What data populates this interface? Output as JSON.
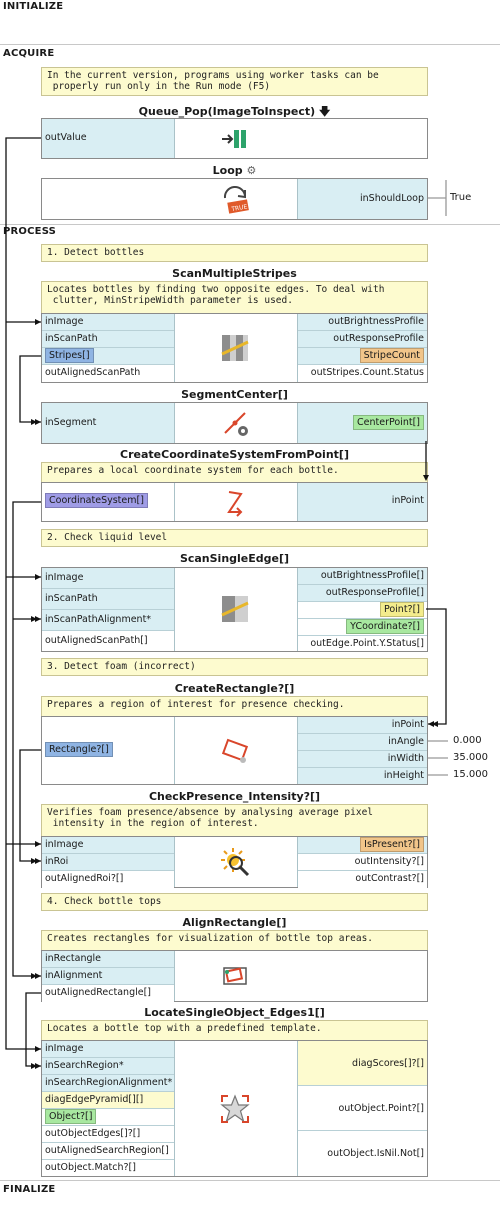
{
  "sections": {
    "initialize": "INITIALIZE",
    "acquire": "ACQUIRE",
    "process": "PROCESS",
    "finalize": "FINALIZE"
  },
  "comments": {
    "worker_note": "In the current version, programs using worker tasks can be\n properly run only in the Run mode (F5)",
    "detect_bottles": "1. Detect bottles",
    "check_liquid": "2. Check liquid level",
    "detect_foam": "3. Detect foam (incorrect)",
    "check_tops": "4. Check bottle tops"
  },
  "queue_pop": {
    "title": "Queue_Pop(ImageToInspect)",
    "title_icon": "arrow-down-icon",
    "outputs": [
      "outValue"
    ],
    "icon": "queue-pop-icon"
  },
  "loop": {
    "title": "Loop",
    "title_icon": "gear-icon",
    "inputs": [
      "inShouldLoop"
    ],
    "value": "True",
    "icon": "loop-true-icon"
  },
  "scan_multiple_stripes": {
    "title": "ScanMultipleStripes",
    "desc": "Locates bottles by finding two opposite edges. To deal with\n clutter, MinStripeWidth parameter is used.",
    "inputs": [
      "inImage",
      "inScanPath",
      "Stripes[]",
      "outAlignedScanPath"
    ],
    "outputs": [
      "outBrightnessProfile",
      "outResponseProfile",
      "StripeCount",
      "outStripes.Count.Status"
    ],
    "icon": "scan-stripes-icon"
  },
  "segment_center": {
    "title": "SegmentCenter[]",
    "inputs": [
      "inSegment"
    ],
    "outputs": [
      "CenterPoint[]"
    ],
    "icon": "segment-center-icon"
  },
  "create_coord": {
    "title": "CreateCoordinateSystemFromPoint[]",
    "desc": "Prepares a local coordinate system for each bottle.",
    "inputs": [
      "CoordinateSystem[]"
    ],
    "outputs": [
      "inPoint"
    ],
    "icon": "coordinate-system-icon"
  },
  "scan_single_edge": {
    "title": "ScanSingleEdge[]",
    "inputs": [
      "inImage",
      "inScanPath",
      "inScanPathAlignment*",
      "outAlignedScanPath[]"
    ],
    "outputs": [
      "outBrightnessProfile[]",
      "outResponseProfile[]",
      "Point?[]",
      "YCoordinate?[]",
      "outEdge.Point.Y.Status[]"
    ],
    "icon": "scan-edge-icon"
  },
  "create_rectangle": {
    "title": "CreateRectangle?[]",
    "desc": "Prepares a region of interest for presence checking.",
    "inputs": [
      "Rectangle?[]"
    ],
    "outputs": [
      "inPoint",
      "inAngle",
      "inWidth",
      "inHeight"
    ],
    "values": [
      "0.000",
      "35.000",
      "15.000"
    ],
    "icon": "rectangle-icon"
  },
  "check_presence": {
    "title": "CheckPresence_Intensity?[]",
    "desc": "Verifies foam presence/absence by analysing average pixel\n intensity in the region of interest.",
    "inputs": [
      "inImage",
      "inRoi",
      "outAlignedRoi?[]"
    ],
    "outputs": [
      "IsPresent?[]",
      "outIntensity?[]",
      "outContrast?[]"
    ],
    "icon": "presence-check-icon"
  },
  "align_rectangle": {
    "title": "AlignRectangle[]",
    "desc": "Creates rectangles for visualization of bottle top areas.",
    "inputs": [
      "inRectangle",
      "inAlignment",
      "outAlignedRectangle[]"
    ],
    "icon": "align-rectangle-icon"
  },
  "locate_single_object": {
    "title": "LocateSingleObject_Edges1[]",
    "desc": "Locates a bottle top with a predefined template.",
    "inputs": [
      "inImage",
      "inSearchRegion*",
      "inSearchRegionAlignment*",
      "diagEdgePyramid[][]",
      "Object?[]",
      "outObjectEdges[]?[]",
      "outAlignedSearchRegion[]",
      "outObject.Match?[]"
    ],
    "outputs": [
      "diagScores[]?[]",
      "outObject.Point?[]",
      "outObject.IsNil.Not[]"
    ],
    "icon": "locate-object-icon"
  },
  "colors": {
    "port_bg": "#d9eef3",
    "comment_bg": "#fdfbcf",
    "blue_tag": "#8fb4e3",
    "violet_tag": "#9f9ce6",
    "green_tag": "#a8e8a0",
    "orange_tag": "#f1c58a"
  }
}
